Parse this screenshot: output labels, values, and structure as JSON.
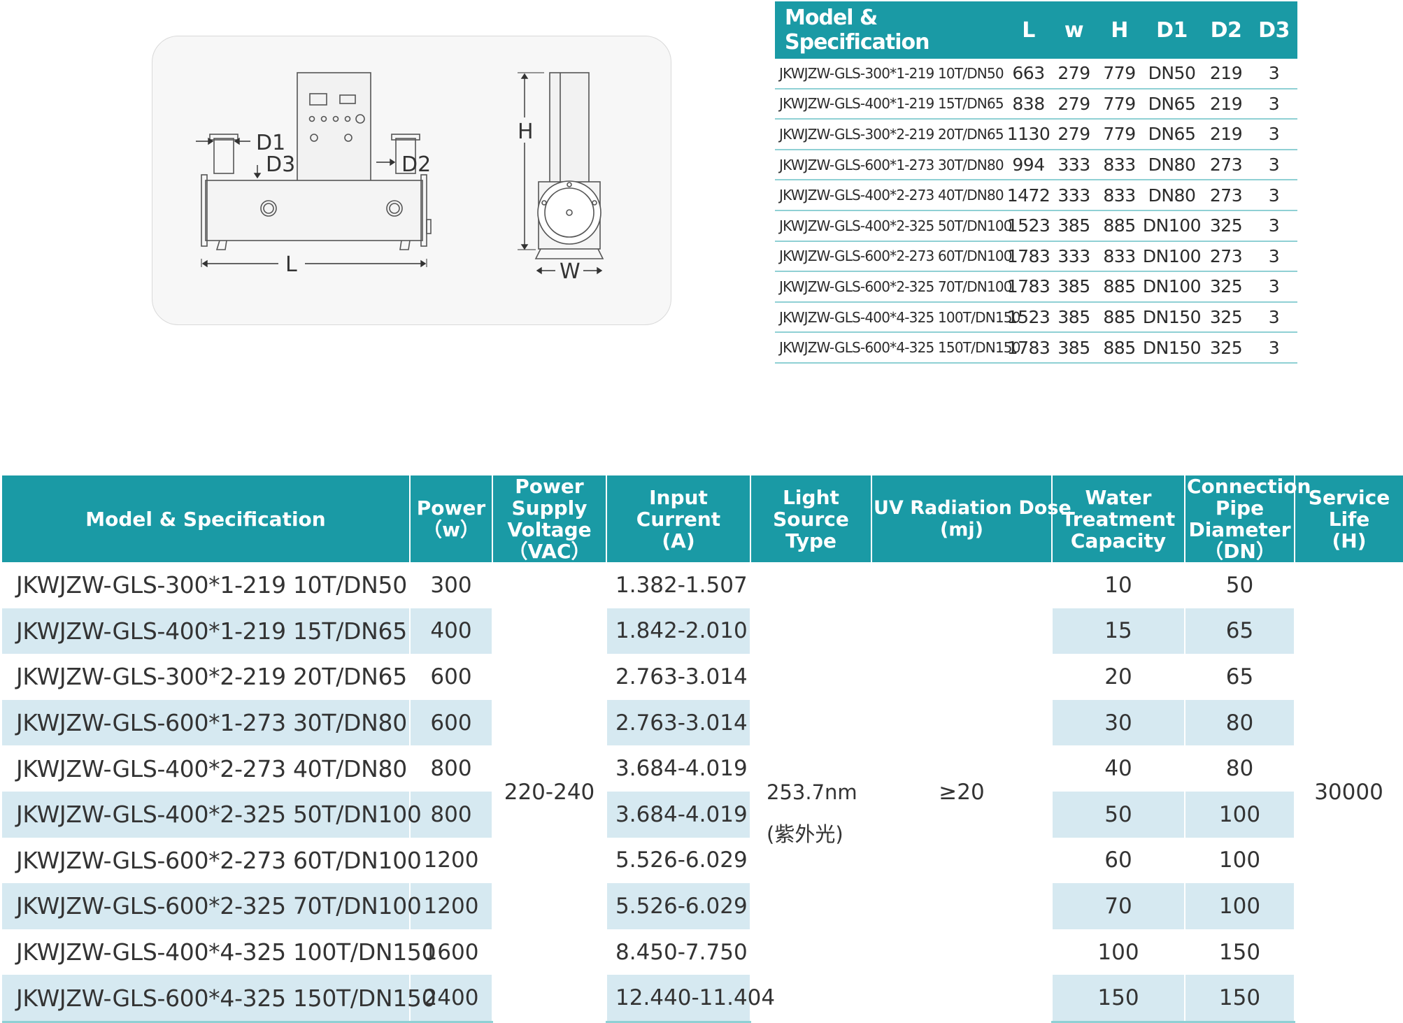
{
  "diagram": {
    "labels": {
      "d1": "D1",
      "d2": "D2",
      "d3": "D3",
      "h": "H",
      "l": "L",
      "w": "W"
    }
  },
  "dimension_table": {
    "headers": [
      "Model & Specification",
      "L",
      "w",
      "H",
      "D1",
      "D2",
      "D3"
    ],
    "rows": [
      [
        "JKWJZW-GLS-300*1-219 10T/DN50",
        "663",
        "279",
        "779",
        "DN50",
        "219",
        "3"
      ],
      [
        "JKWJZW-GLS-400*1-219 15T/DN65",
        "838",
        "279",
        "779",
        "DN65",
        "219",
        "3"
      ],
      [
        "JKWJZW-GLS-300*2-219 20T/DN65",
        "1130",
        "279",
        "779",
        "DN65",
        "219",
        "3"
      ],
      [
        "JKWJZW-GLS-600*1-273 30T/DN80",
        "994",
        "333",
        "833",
        "DN80",
        "273",
        "3"
      ],
      [
        "JKWJZW-GLS-400*2-273 40T/DN80",
        "1472",
        "333",
        "833",
        "DN80",
        "273",
        "3"
      ],
      [
        "JKWJZW-GLS-400*2-325 50T/DN100",
        "1523",
        "385",
        "885",
        "DN100",
        "325",
        "3"
      ],
      [
        "JKWJZW-GLS-600*2-273 60T/DN100",
        "1783",
        "333",
        "833",
        "DN100",
        "273",
        "3"
      ],
      [
        "JKWJZW-GLS-600*2-325 70T/DN100",
        "1783",
        "385",
        "885",
        "DN100",
        "325",
        "3"
      ],
      [
        "JKWJZW-GLS-400*4-325 100T/DN150",
        "1523",
        "385",
        "885",
        "DN150",
        "325",
        "3"
      ],
      [
        "JKWJZW-GLS-600*4-325 150T/DN150",
        "1783",
        "385",
        "885",
        "DN150",
        "325",
        "3"
      ]
    ]
  },
  "spec_table": {
    "headers": {
      "model": "Model & Specification",
      "power": [
        "Power",
        "（w）"
      ],
      "voltage": [
        "Power",
        "Supply",
        "Voltage",
        "（VAC）"
      ],
      "current": [
        "Input",
        "Current",
        "(A)"
      ],
      "source": [
        "Light",
        "Source",
        "Type"
      ],
      "uv": [
        "UV Radiation Dose",
        "(mj)"
      ],
      "capacity": [
        "Water",
        "Treatment",
        "Capacity"
      ],
      "pipe": [
        "Connection",
        "Pipe",
        "Diameter",
        "（DN）"
      ],
      "life": [
        "Service",
        "Life",
        "(H)"
      ]
    },
    "voltage": "220-240",
    "source": [
      "253.7nm",
      "(紫外光)"
    ],
    "uv_dose": "≥20",
    "service_life": "30000",
    "rows": [
      {
        "model": "JKWJZW-GLS-300*1-219 10T/DN50",
        "power": "300",
        "current": "1.382-1.507",
        "capacity": "10",
        "pipe": "50"
      },
      {
        "model": "JKWJZW-GLS-400*1-219 15T/DN65",
        "power": "400",
        "current": "1.842-2.010",
        "capacity": "15",
        "pipe": "65"
      },
      {
        "model": "JKWJZW-GLS-300*2-219 20T/DN65",
        "power": "600",
        "current": "2.763-3.014",
        "capacity": "20",
        "pipe": "65"
      },
      {
        "model": "JKWJZW-GLS-600*1-273 30T/DN80",
        "power": "600",
        "current": "2.763-3.014",
        "capacity": "30",
        "pipe": "80"
      },
      {
        "model": "JKWJZW-GLS-400*2-273 40T/DN80",
        "power": "800",
        "current": "3.684-4.019",
        "capacity": "40",
        "pipe": "80"
      },
      {
        "model": "JKWJZW-GLS-400*2-325 50T/DN100",
        "power": "800",
        "current": "3.684-4.019",
        "capacity": "50",
        "pipe": "100"
      },
      {
        "model": "JKWJZW-GLS-600*2-273 60T/DN100",
        "power": "1200",
        "current": "5.526-6.029",
        "capacity": "60",
        "pipe": "100"
      },
      {
        "model": "JKWJZW-GLS-600*2-325 70T/DN100",
        "power": "1200",
        "current": "5.526-6.029",
        "capacity": "70",
        "pipe": "100"
      },
      {
        "model": "JKWJZW-GLS-400*4-325 100T/DN150",
        "power": "1600",
        "current": "8.450-7.750",
        "capacity": "100",
        "pipe": "150"
      },
      {
        "model": "JKWJZW-GLS-600*4-325 150T/DN150",
        "power": "2400",
        "current": "12.440-11.404",
        "capacity": "150",
        "pipe": "150"
      }
    ]
  }
}
